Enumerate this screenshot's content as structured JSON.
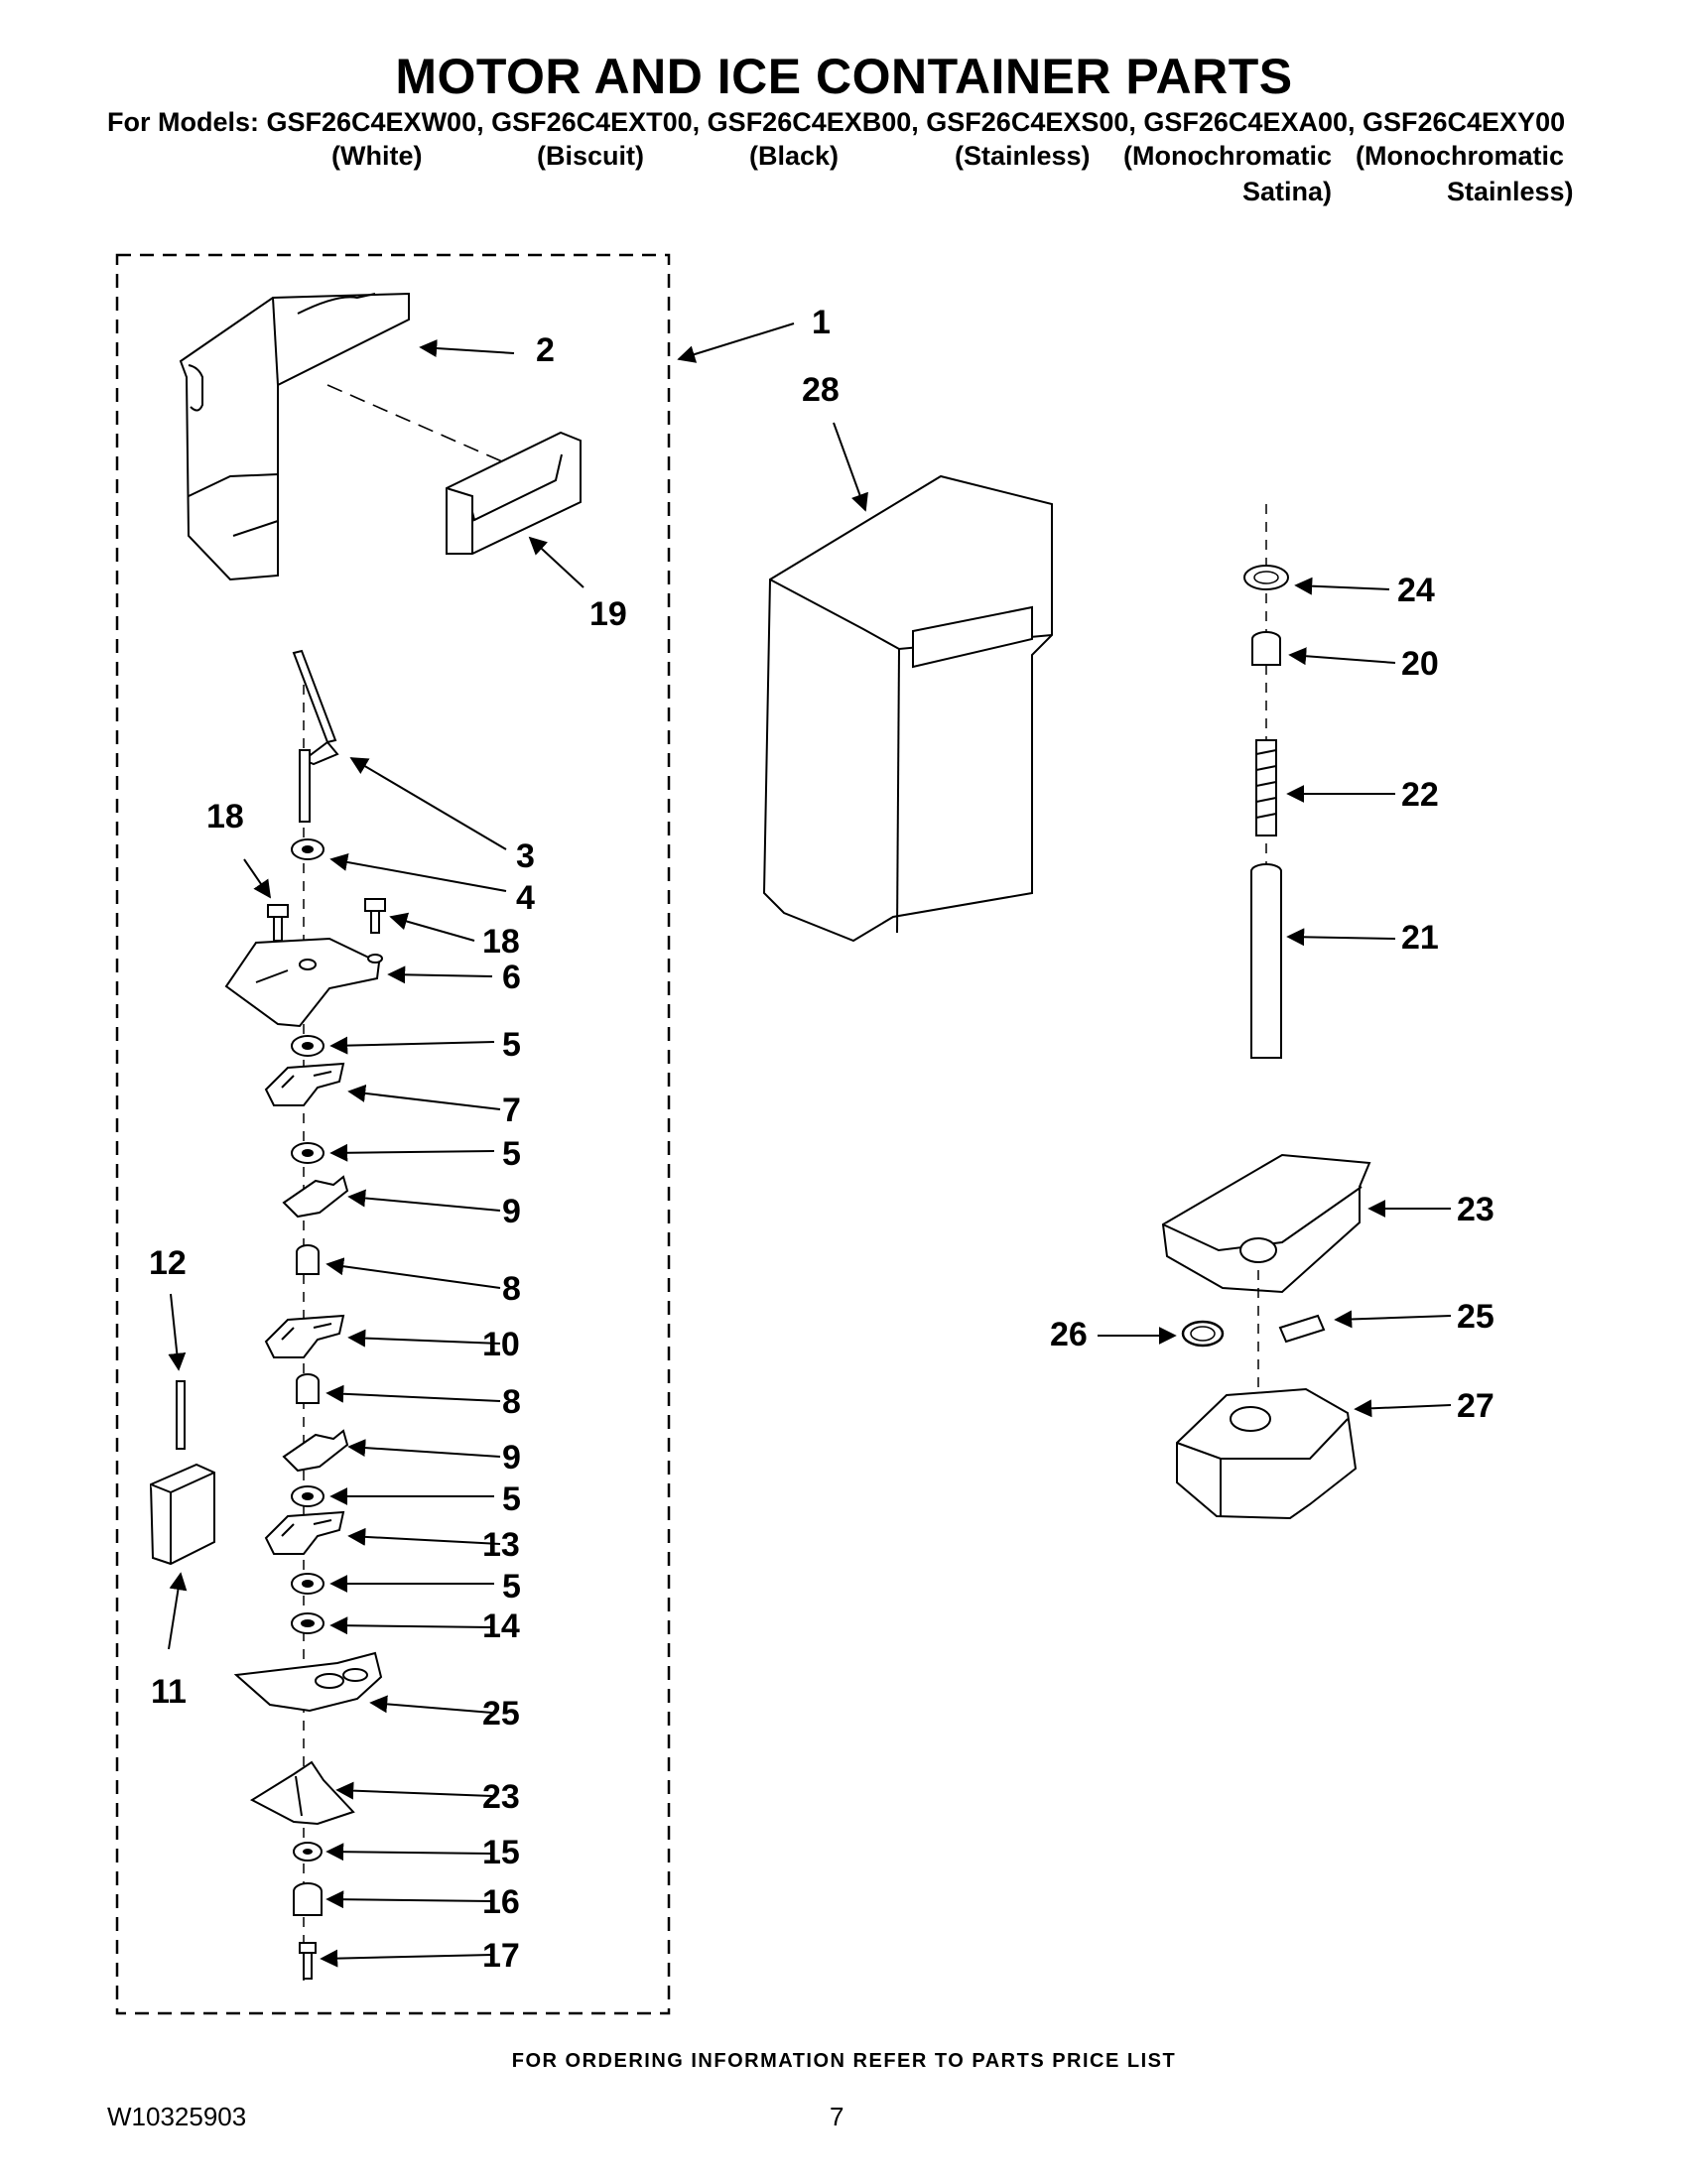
{
  "header": {
    "title": "MOTOR AND ICE CONTAINER PARTS",
    "models_line": "For Models: GSF26C4EXW00, GSF26C4EXT00, GSF26C4EXB00, GSF26C4EXS00, GSF26C4EXA00, GSF26C4EXY00",
    "colors": {
      "white": "(White)",
      "biscuit": "(Biscuit)",
      "black": "(Black)",
      "stainless": "(Stainless)",
      "mono_satina_1": "(Monochromatic",
      "mono_satina_2": "Satina)",
      "mono_stainless_1": "(Monochromatic",
      "mono_stainless_2": "Stainless)"
    }
  },
  "callouts": {
    "c1": "1",
    "c2": "2",
    "c3": "3",
    "c4": "4",
    "c5a": "5",
    "c5b": "5",
    "c5c": "5",
    "c5d": "5",
    "c6": "6",
    "c7": "7",
    "c8a": "8",
    "c8b": "8",
    "c9a": "9",
    "c9b": "9",
    "c10": "10",
    "c11": "11",
    "c12": "12",
    "c13": "13",
    "c14": "14",
    "c15": "15",
    "c16": "16",
    "c17": "17",
    "c18a": "18",
    "c18b": "18",
    "c19": "19",
    "c20": "20",
    "c21": "21",
    "c22": "22",
    "c23a": "23",
    "c23b": "23",
    "c24": "24",
    "c25a": "25",
    "c25b": "25",
    "c26": "26",
    "c27": "27",
    "c28": "28"
  },
  "footer": {
    "ordering_note": "FOR ORDERING INFORMATION REFER TO PARTS PRICE LIST",
    "document_number": "W10325903",
    "page_number": "7"
  }
}
